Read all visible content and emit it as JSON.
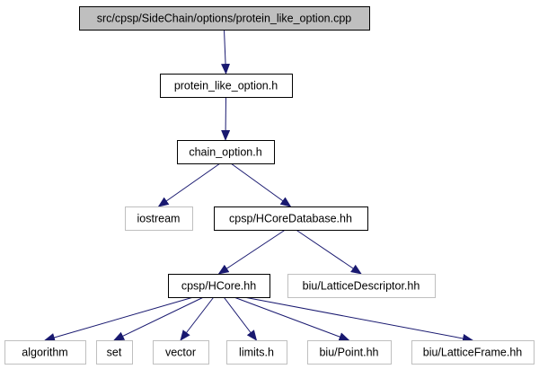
{
  "diagram": {
    "type": "include-dependency-graph",
    "colors": {
      "root_fill": "#bfbfbf",
      "node_stroke": "#000000",
      "external_stroke": "#bfbfbf",
      "edge": "#191970",
      "text": "#000000"
    },
    "nodes": [
      {
        "id": "root",
        "label": "src/cpsp/SideChain/options/protein_like_option.cpp",
        "kind": "root"
      },
      {
        "id": "protein_like_option_h",
        "label": "protein_like_option.h",
        "kind": "internal"
      },
      {
        "id": "chain_option_h",
        "label": "chain_option.h",
        "kind": "internal"
      },
      {
        "id": "iostream",
        "label": "iostream",
        "kind": "external"
      },
      {
        "id": "hcoredatabase_hh",
        "label": "cpsp/HCoreDatabase.hh",
        "kind": "internal"
      },
      {
        "id": "hcore_hh",
        "label": "cpsp/HCore.hh",
        "kind": "internal"
      },
      {
        "id": "latticedescriptor_hh",
        "label": "biu/LatticeDescriptor.hh",
        "kind": "external"
      },
      {
        "id": "algorithm",
        "label": "algorithm",
        "kind": "external"
      },
      {
        "id": "set",
        "label": "set",
        "kind": "external"
      },
      {
        "id": "vector",
        "label": "vector",
        "kind": "external"
      },
      {
        "id": "limits_h",
        "label": "limits.h",
        "kind": "external"
      },
      {
        "id": "point_hh",
        "label": "biu/Point.hh",
        "kind": "external"
      },
      {
        "id": "latticeframe_hh",
        "label": "biu/LatticeFrame.hh",
        "kind": "external"
      }
    ],
    "edges": [
      {
        "from": "root",
        "to": "protein_like_option_h"
      },
      {
        "from": "protein_like_option_h",
        "to": "chain_option_h"
      },
      {
        "from": "chain_option_h",
        "to": "iostream"
      },
      {
        "from": "chain_option_h",
        "to": "hcoredatabase_hh"
      },
      {
        "from": "hcoredatabase_hh",
        "to": "hcore_hh"
      },
      {
        "from": "hcoredatabase_hh",
        "to": "latticedescriptor_hh"
      },
      {
        "from": "hcore_hh",
        "to": "algorithm"
      },
      {
        "from": "hcore_hh",
        "to": "set"
      },
      {
        "from": "hcore_hh",
        "to": "vector"
      },
      {
        "from": "hcore_hh",
        "to": "limits_h"
      },
      {
        "from": "hcore_hh",
        "to": "point_hh"
      },
      {
        "from": "hcore_hh",
        "to": "latticeframe_hh"
      }
    ]
  }
}
